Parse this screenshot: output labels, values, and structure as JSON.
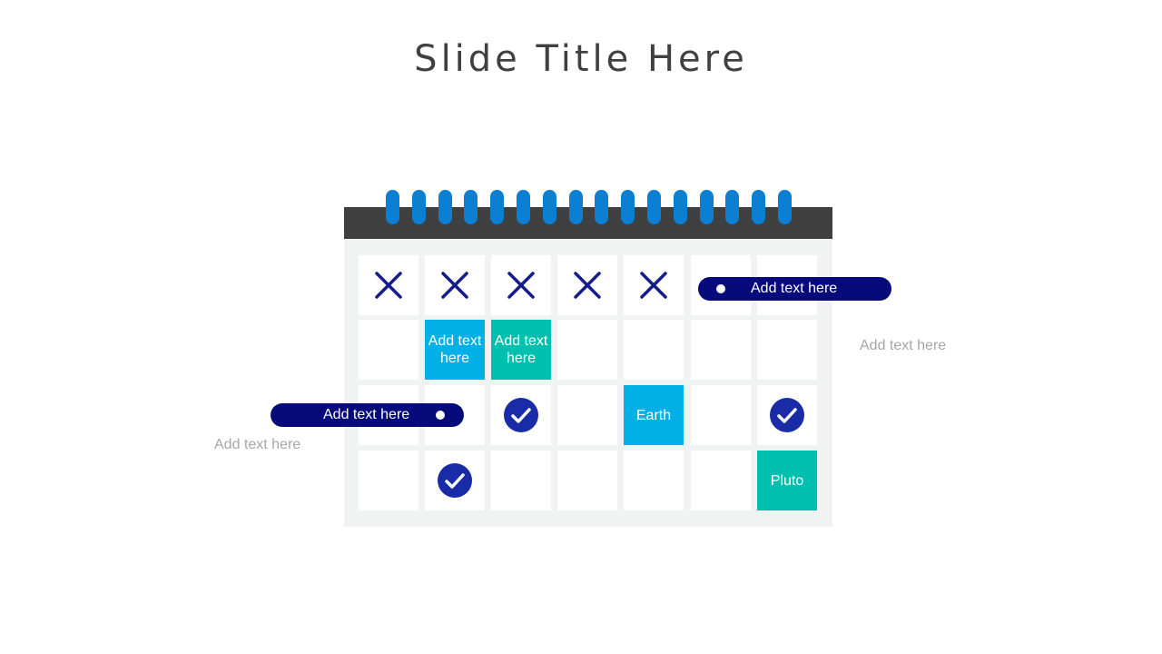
{
  "slide": {
    "title": "Slide Title Here"
  },
  "calendar": {
    "ring_count": 16,
    "rows": [
      [
        {
          "type": "cross"
        },
        {
          "type": "cross"
        },
        {
          "type": "cross"
        },
        {
          "type": "cross"
        },
        {
          "type": "cross"
        },
        {
          "type": "empty"
        },
        {
          "type": "empty"
        }
      ],
      [
        {
          "type": "empty"
        },
        {
          "type": "text",
          "color": "blue",
          "text": "Add text here"
        },
        {
          "type": "text",
          "color": "teal",
          "text": "Add text here"
        },
        {
          "type": "empty"
        },
        {
          "type": "empty"
        },
        {
          "type": "empty"
        },
        {
          "type": "empty"
        }
      ],
      [
        {
          "type": "empty"
        },
        {
          "type": "empty"
        },
        {
          "type": "check"
        },
        {
          "type": "empty"
        },
        {
          "type": "text",
          "color": "blue",
          "text": "Earth"
        },
        {
          "type": "empty"
        },
        {
          "type": "check"
        }
      ],
      [
        {
          "type": "empty"
        },
        {
          "type": "check"
        },
        {
          "type": "empty"
        },
        {
          "type": "empty"
        },
        {
          "type": "empty"
        },
        {
          "type": "empty"
        },
        {
          "type": "text",
          "color": "teal",
          "text": "Pluto"
        }
      ]
    ]
  },
  "callouts": {
    "right": {
      "pill_text": "Add text here",
      "note_text": "Add text here"
    },
    "left": {
      "pill_text": "Add text here",
      "note_text": "Add text here"
    }
  },
  "colors": {
    "header": "#404040",
    "rings": "#0b7fd2",
    "grid_background": "#f1f2f2",
    "cross": "#141c8c",
    "check_badge": "#1a2ba8",
    "cell_blue": "#00b0e6",
    "cell_teal": "#00bfae",
    "pill": "#060a7a",
    "note_text": "#a6a6a6",
    "title_text": "#404040"
  }
}
